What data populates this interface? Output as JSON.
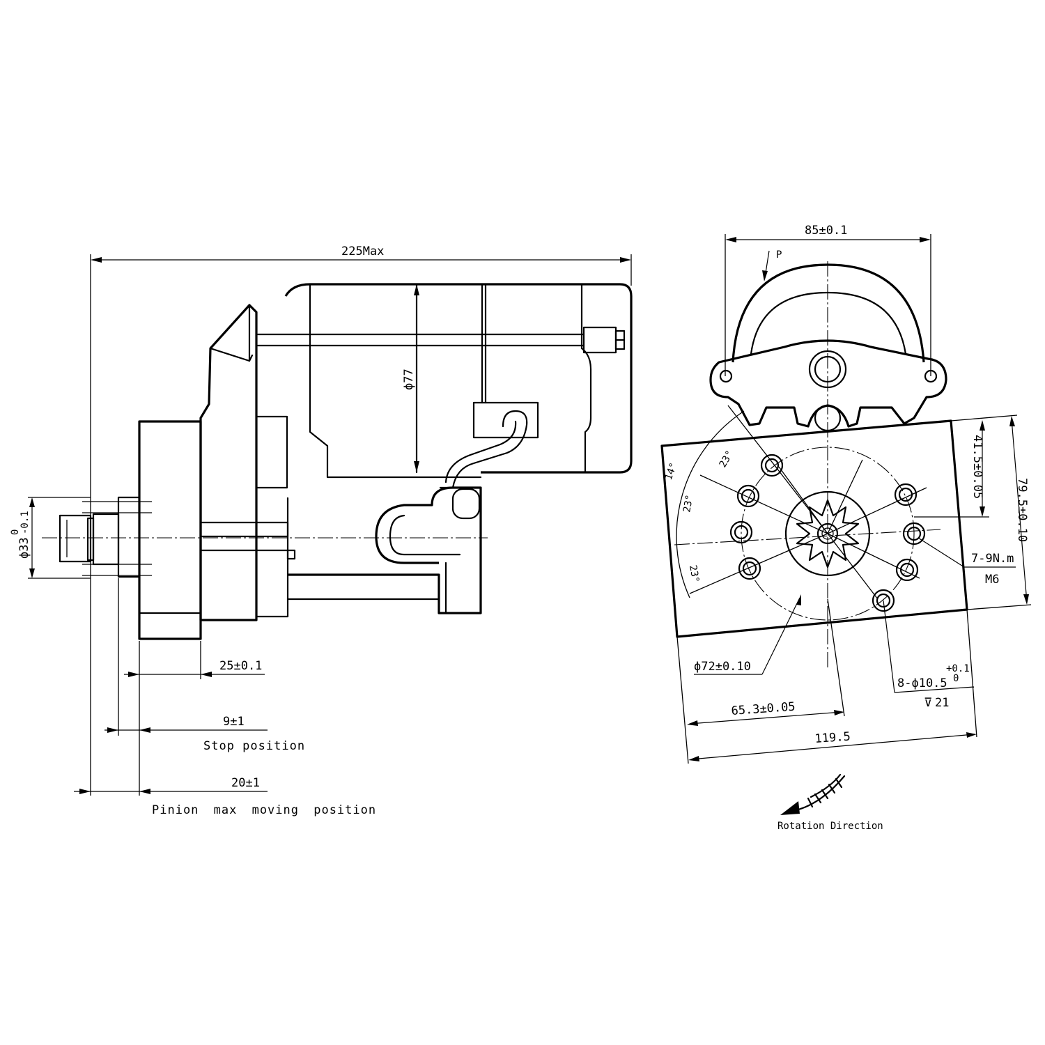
{
  "side_view": {
    "overall_length": "225Max",
    "body_diameter": "ϕ77",
    "pinion_diameter": {
      "value": "ϕ33",
      "upper": "0",
      "lower": "-0.1"
    },
    "flange_to_face": "25±0.1",
    "stop_position": {
      "value": "9±1",
      "label": "Stop position"
    },
    "pinion_travel": {
      "value": "20±1",
      "label": "Pinion max moving position"
    }
  },
  "end_view": {
    "mount_spacing": "85±0.1",
    "p_marker": "P",
    "vertical_offset": "41.5±0.05",
    "height": "79.5±0.10",
    "torque": "7-9N.m",
    "thread": "M6",
    "bolt_circle": "ϕ72±0.10",
    "hole_spec": {
      "value": "8-ϕ10.5",
      "upper": "+0.1",
      "lower": "0",
      "depth": "21"
    },
    "center_offset": "65.3±0.05",
    "width": "119.5",
    "angles": [
      "23°",
      "23°",
      "23°",
      "14°"
    ],
    "rotation_label": "Rotation Direction"
  }
}
